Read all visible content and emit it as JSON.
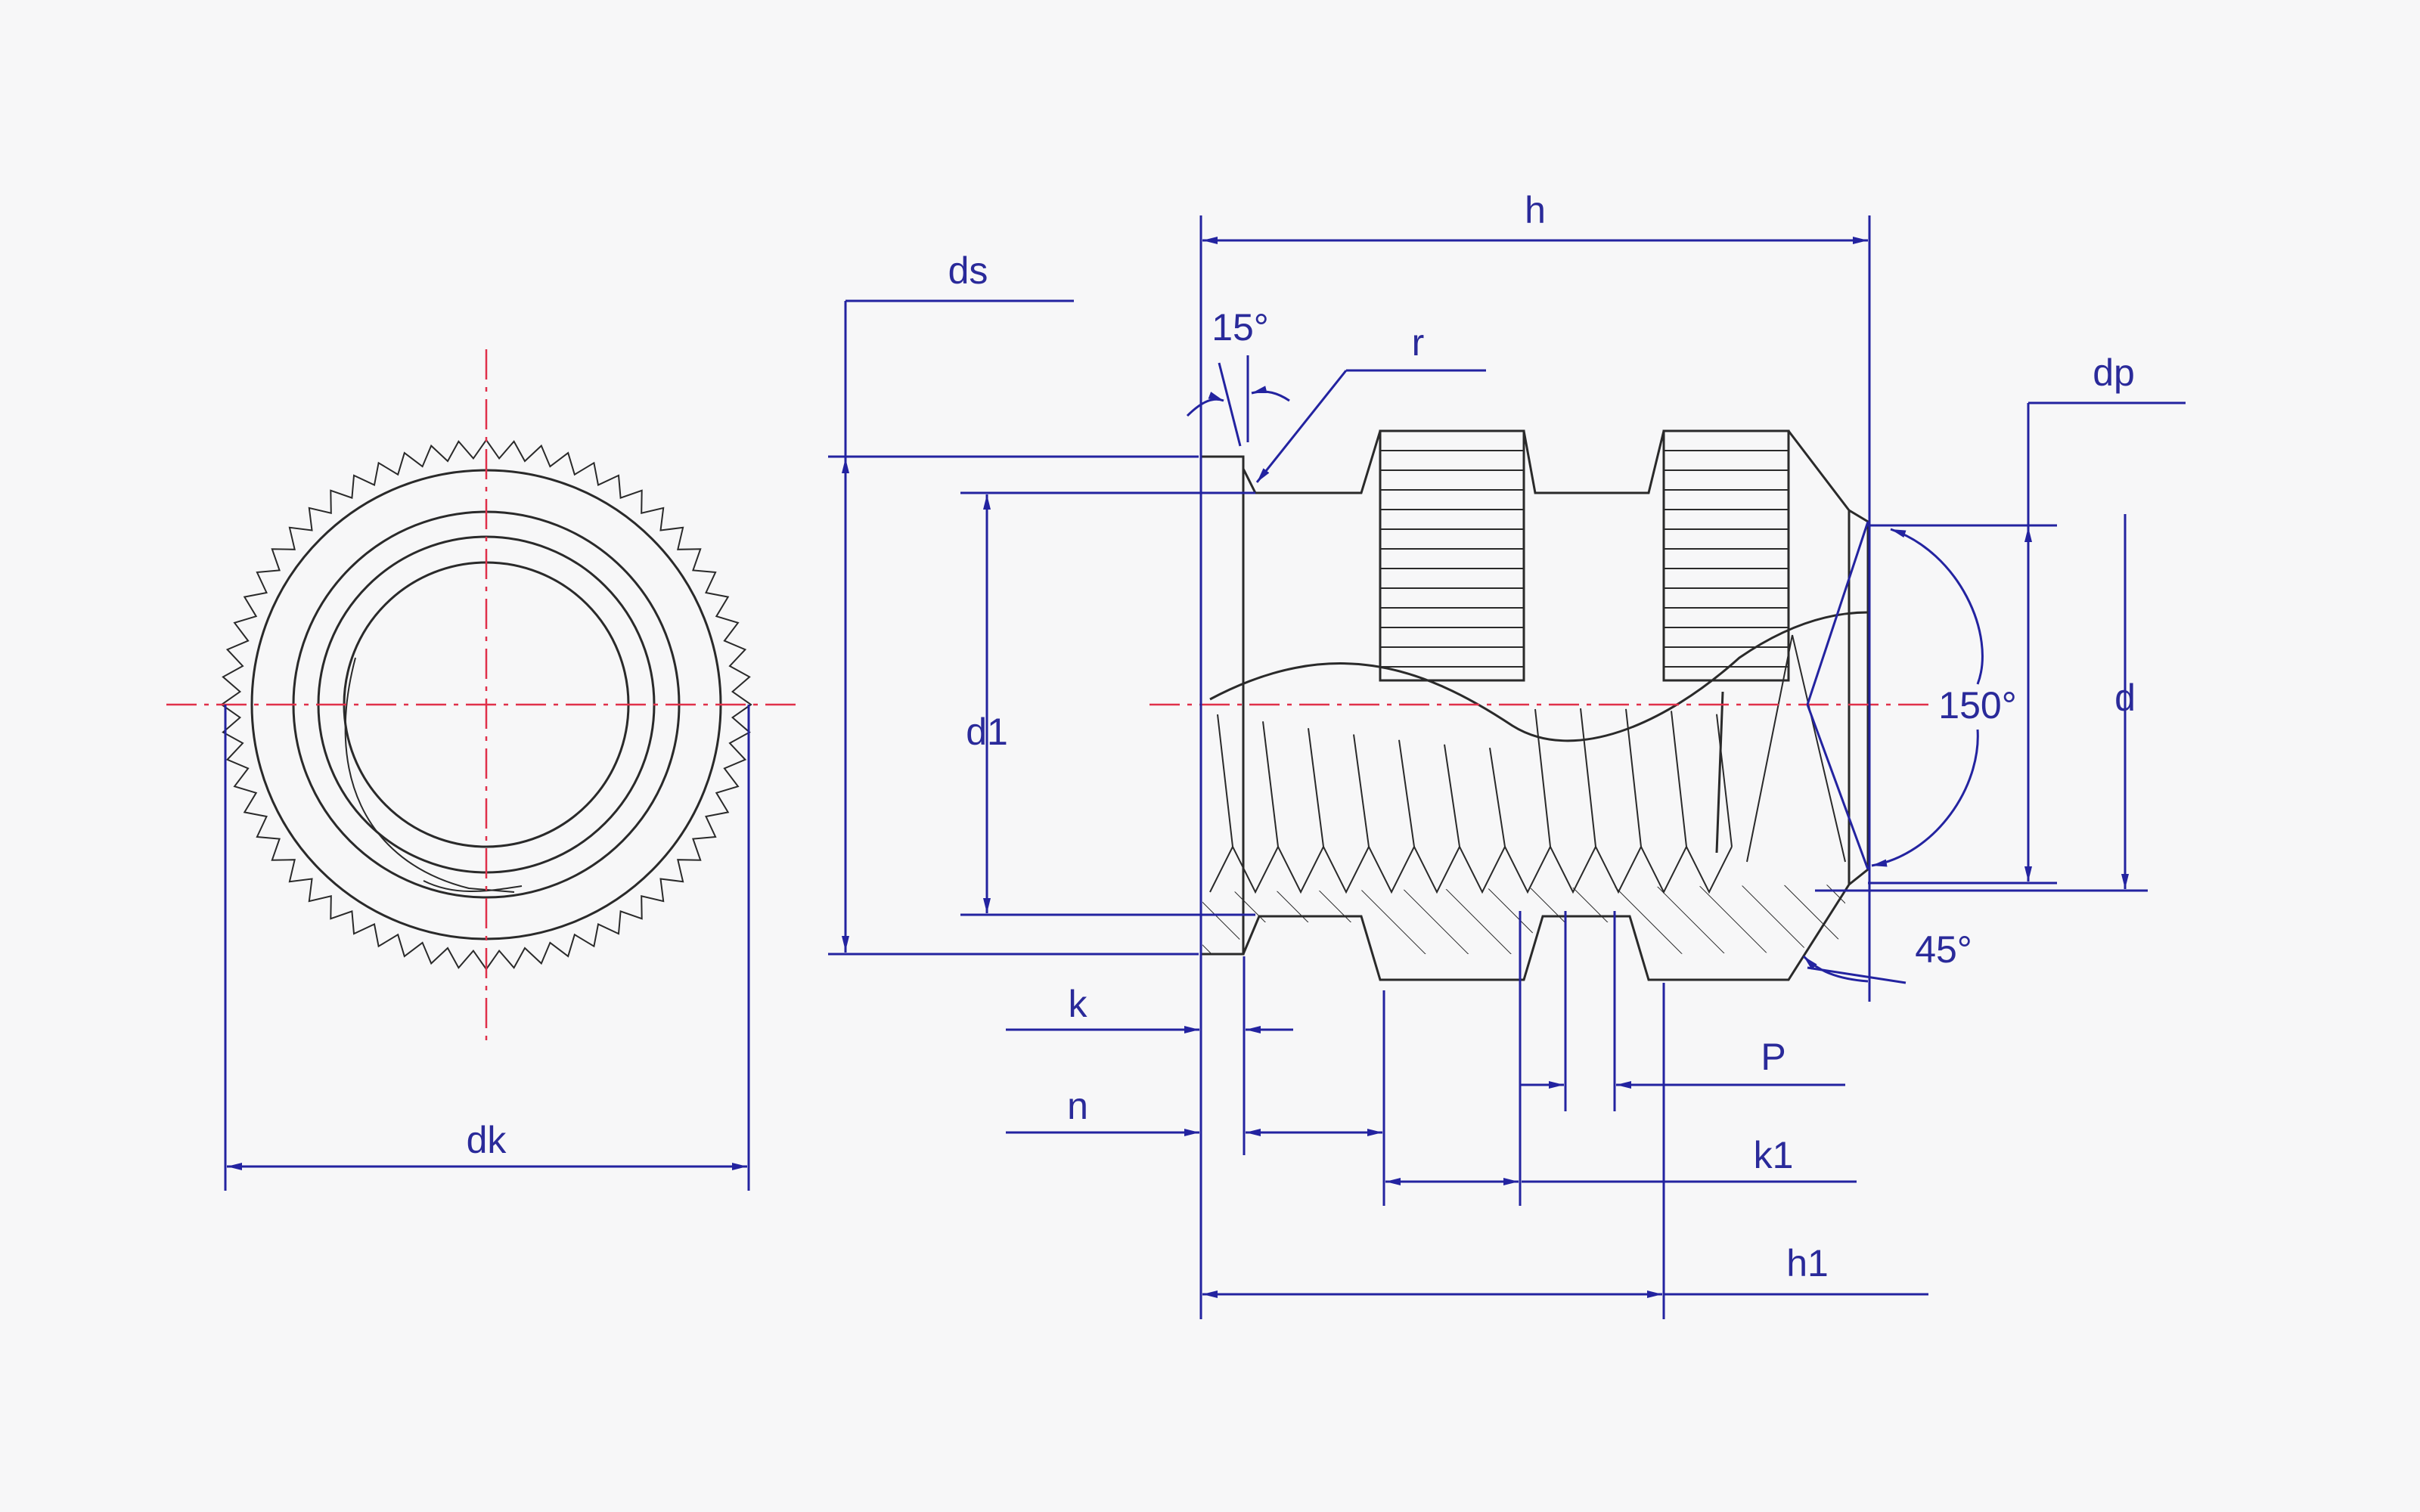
{
  "labels": {
    "dk": "dk",
    "ds": "ds",
    "h": "h",
    "angle15": "15°",
    "r": "r",
    "dp": "dp",
    "d1": "d1",
    "angle150": "150°",
    "d": "d",
    "angle45": "45°",
    "k": "k",
    "n": "n",
    "P": "P",
    "k1": "k1",
    "h1": "h1"
  },
  "colors": {
    "dimension": "#2323a0",
    "outline": "#2a2a2a",
    "centerline": "#e0304a",
    "background": "#f7f7f8"
  }
}
